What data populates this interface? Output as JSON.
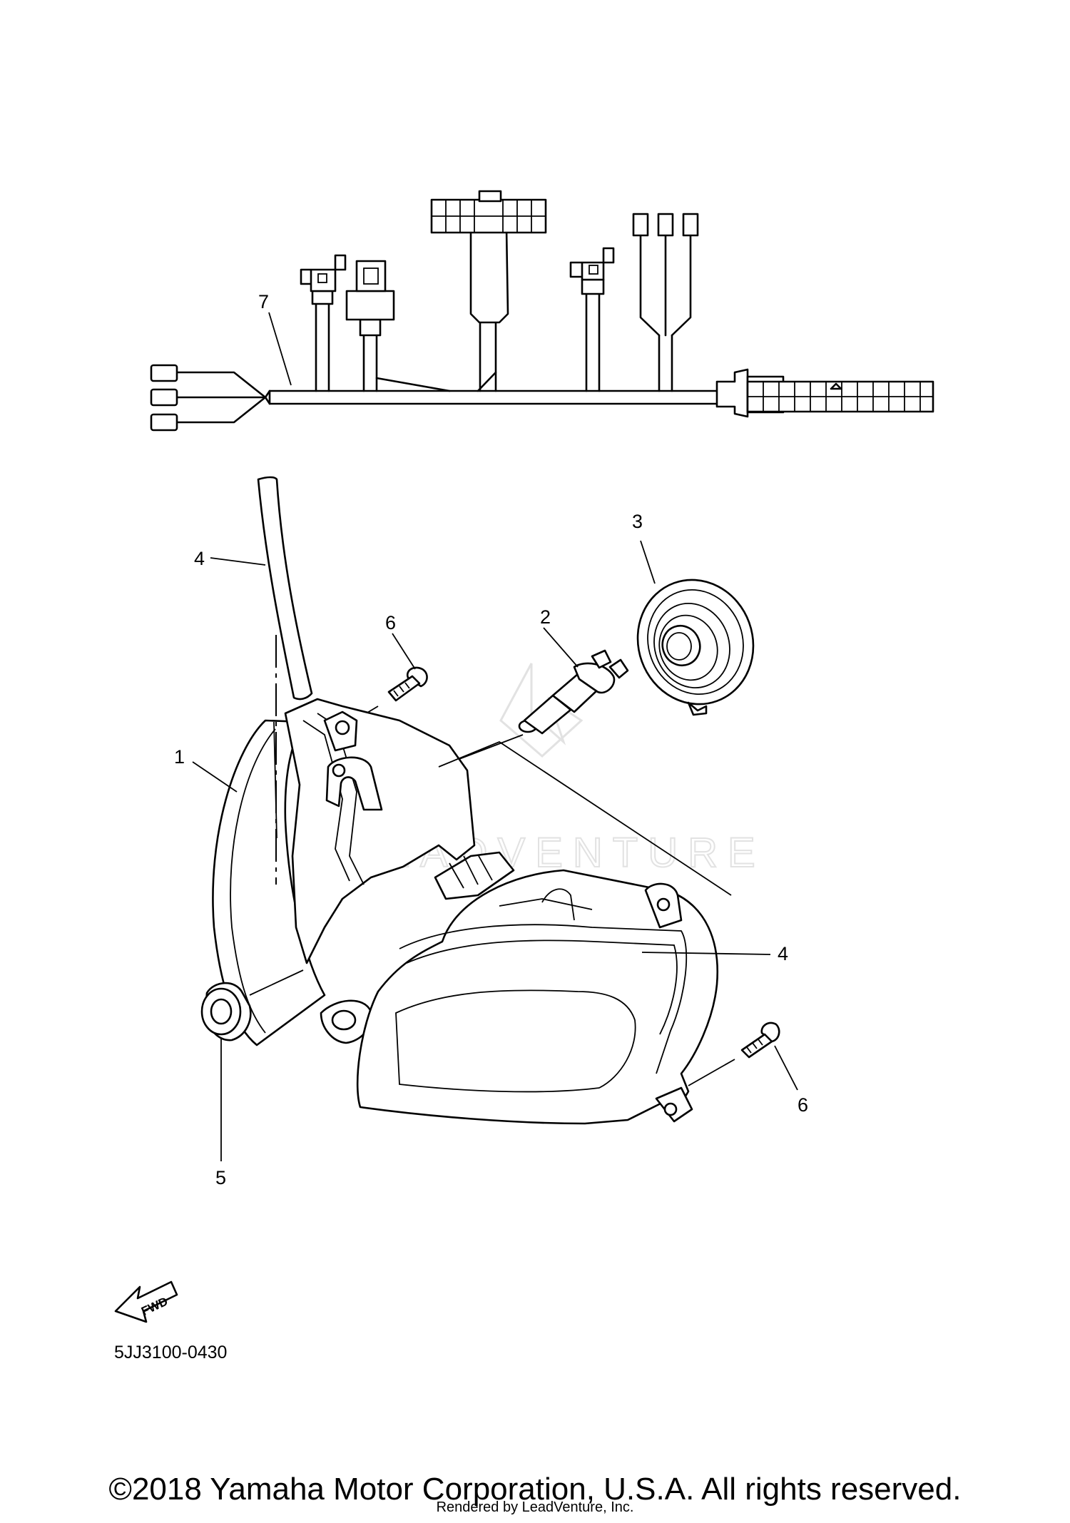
{
  "diagram": {
    "callouts": {
      "c1": "1",
      "c2": "2",
      "c3": "3",
      "c4a": "4",
      "c4b": "4",
      "c5": "5",
      "c6a": "6",
      "c6b": "6",
      "c7": "7"
    },
    "fwd_label": "FWD",
    "diagram_code": "5JJ3100-0430",
    "watermark": "LEADVENTURE"
  },
  "footer": {
    "copyright": "©2018 Yamaha Motor Corporation, U.S.A. All rights reserved.",
    "rendered_by": "Rendered by LeadVenture, Inc."
  }
}
